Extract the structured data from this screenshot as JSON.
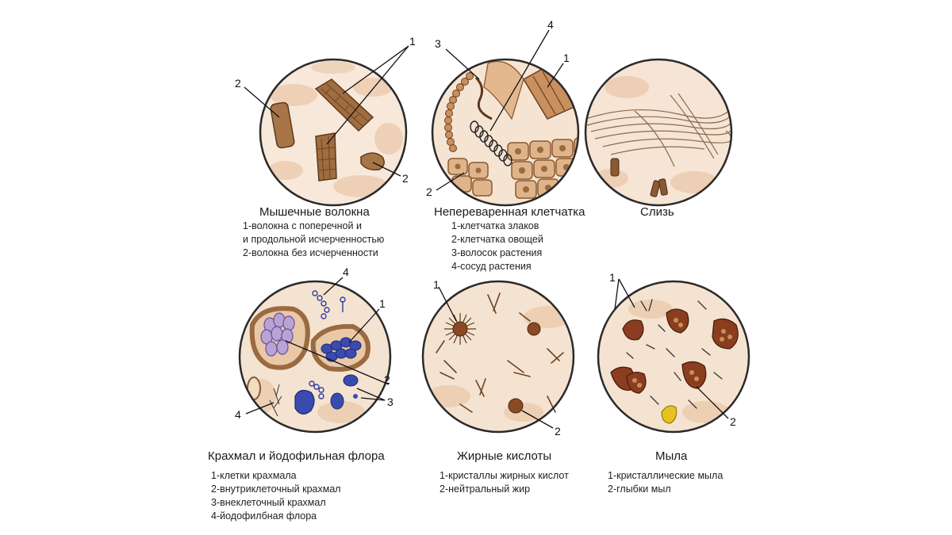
{
  "panels": [
    {
      "title": "Мышечные волокна",
      "legend": [
        "1-волокна с поперечной и",
        "и продольной исчерченностью",
        "2-волокна без исчерченности"
      ],
      "callouts": [
        "1",
        "2",
        "2"
      ]
    },
    {
      "title": "Непереваренная клетчатка",
      "legend": [
        "1-клетчатка злаков",
        "2-клетчатка овощей",
        "3-волосок растения",
        "4-сосуд растения"
      ],
      "callouts": [
        "3",
        "4",
        "1",
        "2"
      ]
    },
    {
      "title": "Слизь",
      "legend": [],
      "callouts": []
    },
    {
      "title": "Крахмал и йодофильная флора",
      "legend": [
        "1-клетки крахмала",
        "2-внутриклеточный крахмал",
        "3-внеклеточный крахмал",
        "4-йодофилбная флора"
      ],
      "callouts": [
        "4",
        "1",
        "2",
        "3",
        "4"
      ]
    },
    {
      "title": "Жирные кислоты",
      "legend": [
        "1-кристаллы жирных кислот",
        "2-нейтральный жир"
      ],
      "callouts": [
        "1",
        "2"
      ]
    },
    {
      "title": "Мыла",
      "legend": [
        "1-кристаллические мыла",
        "2-глыбки мыл"
      ],
      "callouts": [
        "1",
        "2"
      ]
    }
  ],
  "colors": {
    "field": "#f6e6d8",
    "blob": "#e9c09e",
    "fiber": "#9a6a40",
    "purple": "#a98fc9",
    "blue": "#2f3f9e",
    "soap": "#8a3e1f",
    "yellow": "#e5c21d"
  }
}
